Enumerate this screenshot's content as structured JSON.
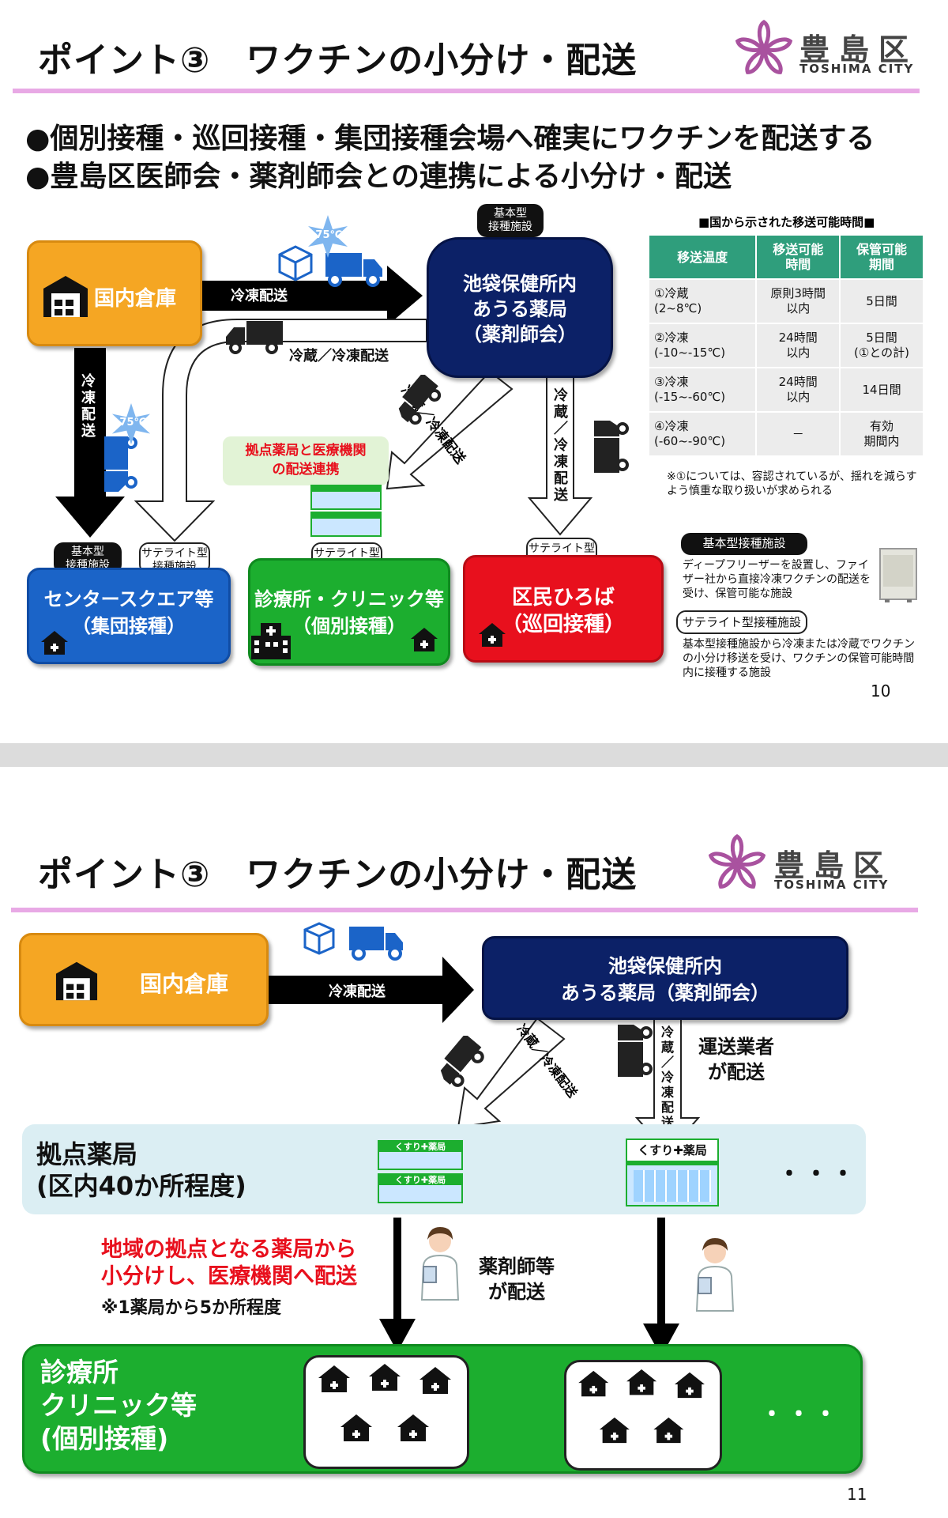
{
  "colors": {
    "orange": "#f5a623",
    "navy": "#0c2167",
    "blue": "#1b64c8",
    "green": "#1cae2f",
    "red": "#e8101d",
    "teal": "#2f9e7c",
    "pink": "#e8a9e5",
    "logo_pink": "#a9529f"
  },
  "logo": {
    "kanji": "豊島区",
    "romaji_1": "TOSHIMA",
    "romaji_2": "CITY",
    "icon": "sakura-flower-icon"
  },
  "slide1": {
    "title": "ポイント③　ワクチンの小分け・配送",
    "bullets": [
      "●個別接種・巡回接種・集団接種会場へ確実にワクチンを配送する",
      "●豊島区医師会・薬剤師会との連携による小分け・配送"
    ],
    "warehouse": "国内倉庫",
    "hub_tag": "基本型\n接種施設",
    "hub": "池袋保健所内\nあうる薬局\n（薬剤師会）",
    "label_frozen": "冷凍配送",
    "label_cold_frozen": "冷蔵／冷凍配送",
    "vertical_frozen": "冷凍配送",
    "diag_cold_frozen": "冷蔵／冷凍配送",
    "vertical_cold_frozen": "冷蔵／冷凍配送",
    "temp_badge": "-75℃",
    "pharmacy_coop": "拠点薬局と医療機関\nの配送連携",
    "center_tags": [
      "基本型\n接種施設",
      "サテライト型\n接種施設"
    ],
    "center": "センタースクエア等\n（集団接種）",
    "clinic_tag": "サテライト型\n接種施設",
    "clinic": "診療所・クリニック等\n（個別接種）",
    "plaza_tag": "サテライト型\n接種施設",
    "plaza": "区民ひろば\n（巡回接種）",
    "table_title": "■国から示された移送可能時間■",
    "table_headers": [
      "移送温度",
      "移送可能\n時間",
      "保管可能\n期間"
    ],
    "table_rows": [
      [
        "①冷蔵\n(2~8℃)",
        "原則3時間\n以内",
        "5日間"
      ],
      [
        "②冷凍\n(-10~-15℃)",
        "24時間\n以内",
        "5日間\n(①との計)"
      ],
      [
        "③冷凍\n(-15~-60℃)",
        "24時間\n以内",
        "14日間"
      ],
      [
        "④冷凍\n(-60~-90℃)",
        "－",
        "有効\n期間内"
      ]
    ],
    "table_note": "※①については、容認されているが、揺れを減らすよう慎重な取り扱いが求められる",
    "legend_basic": "基本型接種施設",
    "legend_basic_desc": "ディープフリーザーを設置し、ファイザー社から直接冷凍ワクチンの配送を受け、保管可能な施設",
    "legend_satellite": "サテライト型接種施設",
    "legend_satellite_desc": "基本型接種施設から冷凍または冷蔵でワクチンの小分け移送を受け、ワクチンの保管可能時間内に接種する施設",
    "page": "10"
  },
  "slide2": {
    "title": "ポイント③　ワクチンの小分け・配送",
    "warehouse": "国内倉庫",
    "label_frozen": "冷凍配送",
    "hub": "池袋保健所内\nあうる薬局（薬剤師会）",
    "diag_cold_frozen": "冷蔵／冷凍配送",
    "vertical_cold_frozen": "冷蔵／冷凍配送",
    "carrier": "運送業者\nが配送",
    "hub_pharmacy": "拠点薬局\n(区内40か所程度)",
    "pharmacy_sign": "くすり✚薬局",
    "ellipsis": "・・・",
    "red_note": "地域の拠点となる薬局から\n小分けし、医療機関へ配送",
    "note": "※1薬局から5か所程度",
    "pharmacist": "薬剤師等\nが配送",
    "clinic": "診療所\nクリニック等\n(個別接種)",
    "page": "11"
  }
}
